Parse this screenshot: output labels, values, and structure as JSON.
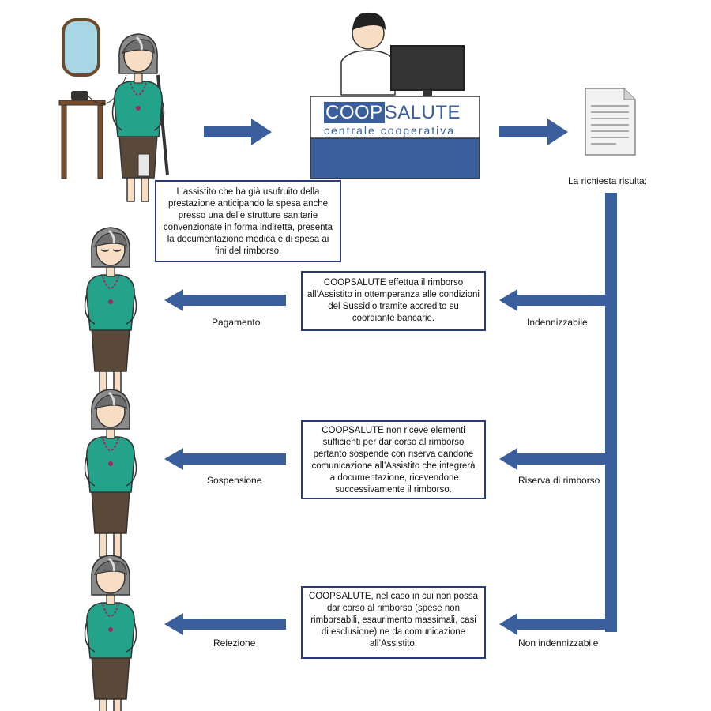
{
  "colors": {
    "arrow": "#3a5f9c",
    "box_border": "#2b3b78",
    "teal": "#22a38a",
    "skirt": "#5a4838",
    "skin": "#f7ddc4"
  },
  "desk": {
    "brand_part1": "COOP",
    "brand_part2": "SALUTE",
    "subtitle": "centrale cooperativa"
  },
  "intro_box": "L’assistito che ha già usufruito della prestazione anticipando la spesa anche presso una delle strutture sanitarie convenzionate in forma indiretta, presenta la documentazione medica e di spesa ai fini del rimborso.",
  "result_label": "La richiesta risulta:",
  "outcomes": [
    {
      "status": "Indennizzabile",
      "result": "Pagamento",
      "text": "COOPSALUTE effettua il rimborso all’Assistito in ottemperanza alle condizioni del Sussidio tramite accredito su coordiante bancarie."
    },
    {
      "status": "Riserva di rimborso",
      "result": "Sospensione",
      "text": "COOPSALUTE non riceve elementi sufficienti per dar corso al rimborso pertanto sospende con riserva dandone comunicazione all’Assistito che integrerà la documentazione, ricevendone successivamente il rimborso."
    },
    {
      "status": "Non indennizzabile",
      "result": "Reiezione",
      "text": "COOPSALUTE, nel caso in cui non possa dar corso al rimborso (spese non rimborsabili, esaurimento massimali, casi di esclusione) ne da comunicazione all’Assistito."
    }
  ]
}
